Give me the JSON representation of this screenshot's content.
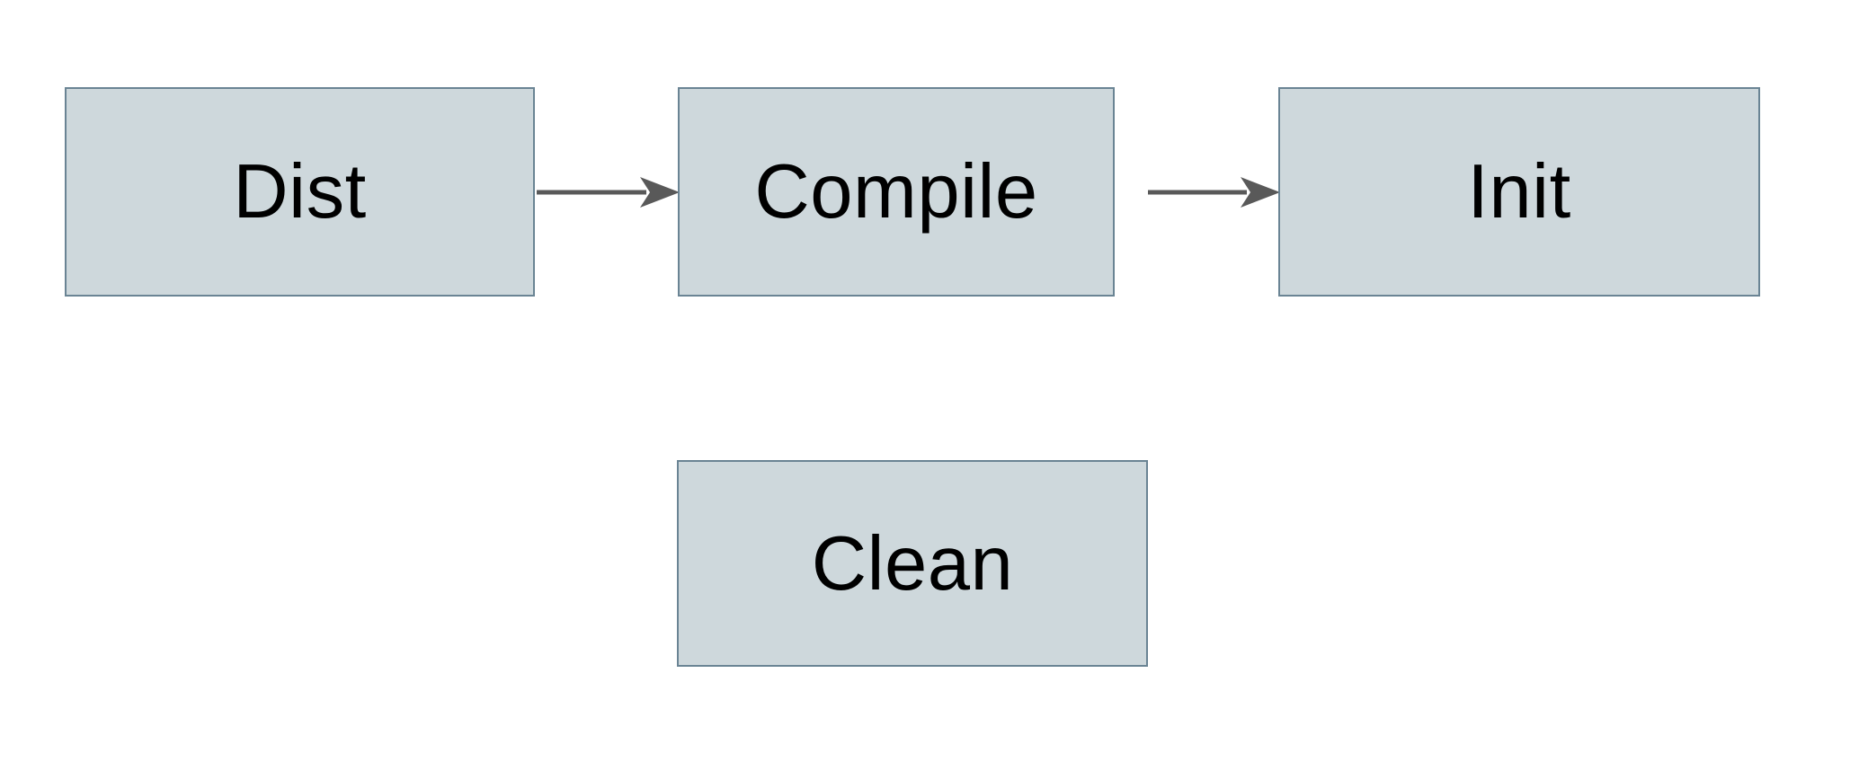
{
  "diagram": {
    "title": "",
    "background_color": "#ffffff",
    "node_fill_color": "#ced8dc",
    "node_border_color": "#6a8494",
    "edge_color": "#595959",
    "label_color": "#000000",
    "nodes": [
      {
        "id": "dist",
        "label": "Dist"
      },
      {
        "id": "compile",
        "label": "Compile"
      },
      {
        "id": "init",
        "label": "Init"
      },
      {
        "id": "clean",
        "label": "Clean"
      }
    ],
    "edges": [
      {
        "id": "dist-compile",
        "from": "Dist",
        "to": "Compile",
        "arrow": "arrow-right-icon"
      },
      {
        "id": "compile-init",
        "from": "Compile",
        "to": "Init",
        "arrow": "arrow-right-icon"
      }
    ]
  }
}
